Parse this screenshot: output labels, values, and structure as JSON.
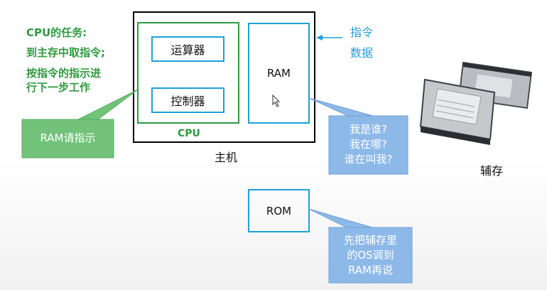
{
  "cpu_tasks": {
    "title": "CPU的任务:",
    "line1": "到主存中取指令;",
    "line2": "按指令的指示进",
    "line3": "行下一步工作"
  },
  "host": {
    "label": "主机",
    "cpu_label": "CPU",
    "alu_label": "运算器",
    "control_label": "控制器",
    "ram_label": "RAM"
  },
  "ram_contents": {
    "line1": "指令",
    "line2": "数据"
  },
  "callout_green": "RAM请指示",
  "callout_ram": [
    "我是谁?",
    "我在哪?",
    "谁在叫我?"
  ],
  "rom": {
    "label": "ROM",
    "callout": [
      "先把辅存里",
      "的OS调到",
      "RAM再说"
    ]
  },
  "secondary_storage": {
    "label": "辅存",
    "icon": "hard-drive-icon"
  },
  "colors": {
    "green": "#2e9a3f",
    "blue_border": "#1ea0d6",
    "callout_green_fill": "#72c27a",
    "callout_blue_fill": "#8db9e8"
  }
}
